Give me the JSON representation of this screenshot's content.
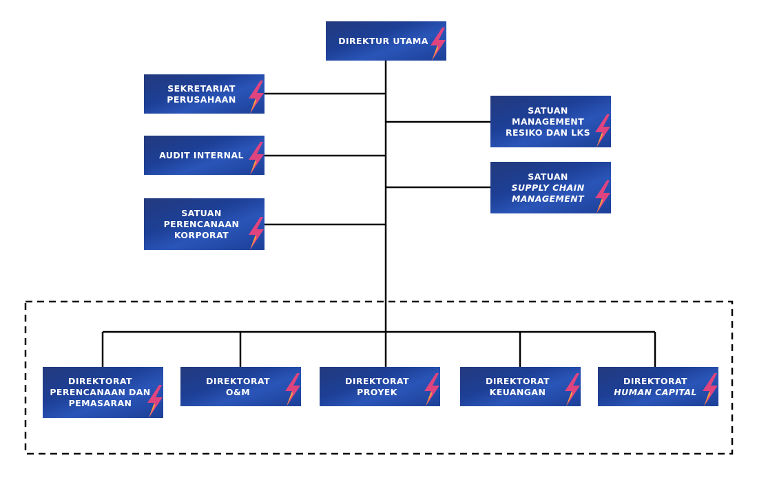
{
  "colors": {
    "box_dark": "#1d3f96",
    "box_light": "#2a55b8",
    "line": "#000000",
    "accent_pink": "#e0447f",
    "accent_orange": "#f7a53a"
  },
  "nodes": {
    "direktur_utama": {
      "lines": [
        "DIREKTUR UTAMA"
      ]
    },
    "sekretariat": {
      "lines": [
        "SEKRETARIAT",
        "PERUSAHAAN"
      ]
    },
    "audit_internal": {
      "lines": [
        "AUDIT INTERNAL"
      ]
    },
    "perencanaan_korporat": {
      "lines": [
        "SATUAN",
        "PERENCANAAN",
        "KORPORAT"
      ]
    },
    "manajemen_resiko": {
      "lines": [
        "SATUAN",
        "MANAGEMENT",
        "RESIKO DAN LKS"
      ]
    },
    "supply_chain": {
      "lines": [
        "SATUAN"
      ],
      "italic_lines": [
        "SUPPLY CHAIN",
        "MANAGEMENT"
      ]
    },
    "dir_perencanaan": {
      "lines": [
        "DIREKTORAT",
        "PERENCANAAN DAN",
        "PEMASARAN"
      ]
    },
    "dir_om": {
      "lines": [
        "DIREKTORAT",
        "O&M"
      ]
    },
    "dir_proyek": {
      "lines": [
        "DIREKTORAT PROYEK"
      ]
    },
    "dir_keuangan": {
      "lines": [
        "DIREKTORAT",
        "KEUANGAN"
      ]
    },
    "dir_human_capital": {
      "lines": [
        "DIREKTORAT"
      ],
      "italic_lines": [
        "HUMAN CAPITAL"
      ]
    }
  }
}
